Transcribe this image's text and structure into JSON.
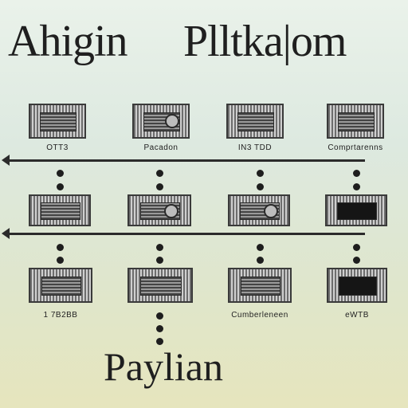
{
  "title": {
    "left": "Ahigin",
    "right": "Plltka|om"
  },
  "footer": {
    "title": "Paylian"
  },
  "row1": {
    "labels": [
      "OTT3",
      "Pacadon",
      "IN3 TDD",
      "Comprtarenns"
    ]
  },
  "row3": {
    "labels": [
      "1 7B2BB",
      "Cumberleneen",
      "eWTB"
    ]
  },
  "icons": {
    "device": "device-icon",
    "connector": "dot-connector-icon",
    "arrow": "arrow-left-icon"
  },
  "colors": {
    "ink": "#1f1f1f",
    "background_top": "#eaf2ea",
    "background_bottom": "#e6e5bd"
  }
}
